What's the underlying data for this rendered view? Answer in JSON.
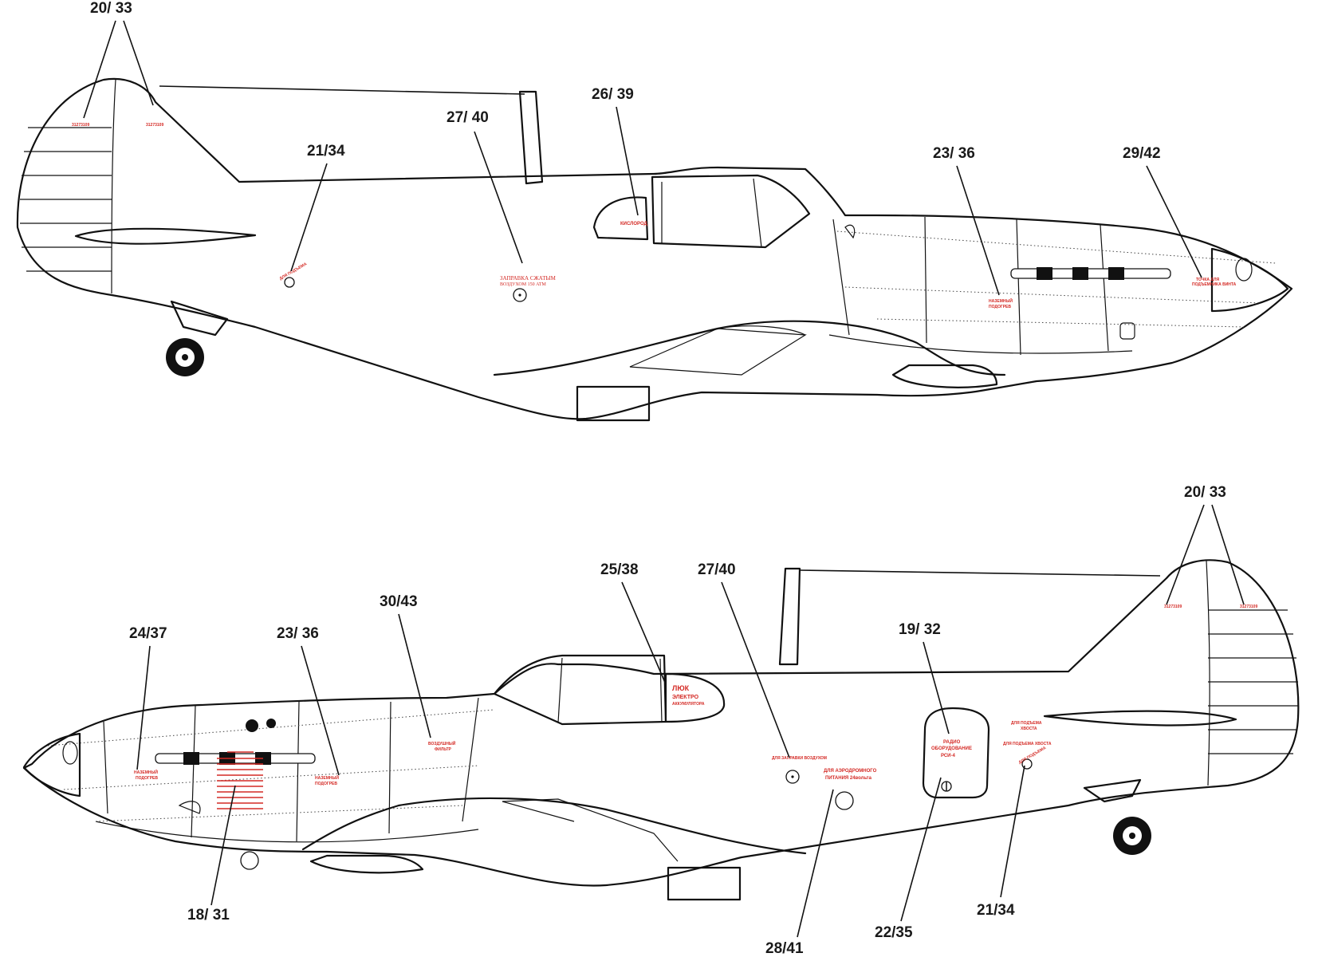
{
  "top_view": {
    "callouts": [
      {
        "id": "c1",
        "label": "20/ 33"
      },
      {
        "id": "c2",
        "label": "21/34"
      },
      {
        "id": "c3",
        "label": "27/ 40"
      },
      {
        "id": "c4",
        "label": "26/ 39"
      },
      {
        "id": "c5",
        "label": "23/ 36"
      },
      {
        "id": "c6",
        "label": "29/42"
      }
    ],
    "stencils": {
      "fin_serial_1": "31273109",
      "fin_serial_2": "31273109",
      "lift_point": "ДЛЯ ПОДЪЕМА",
      "air_fill_1": "ЗАПРАВКА СЖАТЫМ",
      "air_fill_2": "ВОЗДУХОМ 150 АТМ",
      "oxygen": "КИСЛОРОД",
      "cowl_1": "НАЗЕМНЫЙ",
      "cowl_2": "ПОДОГРЕВ",
      "nose_1": "ТОЧКА ДЛЯ",
      "nose_2": "ПОДЪЕМНИКА ВИНТА"
    }
  },
  "bottom_view": {
    "callouts": [
      {
        "id": "d1",
        "label": "24/37"
      },
      {
        "id": "d2",
        "label": "23/ 36"
      },
      {
        "id": "d3",
        "label": "30/43"
      },
      {
        "id": "d4",
        "label": "25/38"
      },
      {
        "id": "d5",
        "label": "27/40"
      },
      {
        "id": "d6",
        "label": "19/ 32"
      },
      {
        "id": "d7",
        "label": "20/ 33"
      },
      {
        "id": "d8",
        "label": "18/ 31"
      },
      {
        "id": "d9",
        "label": "28/41"
      },
      {
        "id": "d10",
        "label": "22/35"
      },
      {
        "id": "d11",
        "label": "21/34"
      }
    ],
    "stencils": {
      "hatch_1": "ЛЮК",
      "hatch_2": "ЭЛЕКТРО",
      "hatch_3": "АККУМУЛЯТОРА",
      "radio_1": "РАДИО",
      "radio_2": "ОБОРУДОВАНИЕ",
      "radio_3": "РСИ-4",
      "ground_power_1": "ДЛЯ АЭРОДРОМНОГО",
      "ground_power_2": "ПИТАНИЯ 24вольта",
      "tail_lift_1": "ДЛЯ ПОДЪЕМА",
      "tail_lift_2": "ХВОСТА",
      "tail_lift_3": "ДЛЯ ПОДЪЕМА ХВОСТА",
      "lift_point": "ДЛЯ ПОДЪЕМА",
      "fin_serial_1": "31273109",
      "fin_serial_2": "31273109",
      "air_fill": "ДЛЯ ЗАПРАВКИ ВОЗДУХОМ",
      "nose_1": "НАЗЕМНЫЙ",
      "nose_2": "ПОДОГРЕВ",
      "cowl_1": "НАЗЕМНЫЙ",
      "cowl_2": "ПОДОГРЕВ",
      "mid_1": "ВОЗДУШНЫЙ",
      "mid_2": "ФИЛЬТР"
    }
  },
  "colors": {
    "stencil_red": "#d42a25",
    "line": "#111111"
  }
}
